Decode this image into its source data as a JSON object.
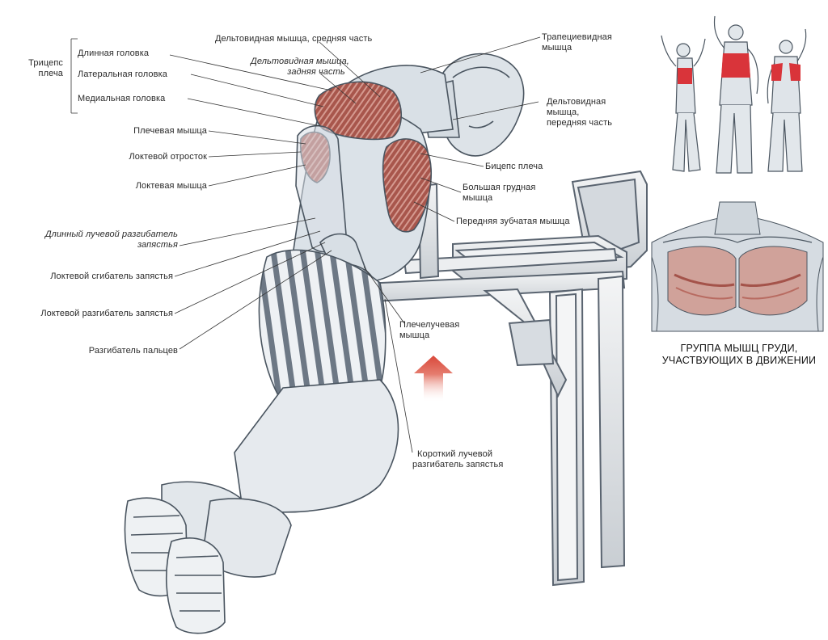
{
  "labels": {
    "triceps_group_1": "Трицепс",
    "triceps_group_2": "плеча",
    "triceps_long": "Длинная головка",
    "triceps_lateral": "Латеральная головка",
    "triceps_medial": "Медиальная головка",
    "brachialis": "Плечевая мышца",
    "olecranon": "Локтевой отросток",
    "anconeus": "Локтевая мышца",
    "ecrl_1": "Длинный лучевой разгибатель",
    "ecrl_2": "запястья",
    "fcu": "Локтевой сгибатель запястья",
    "ecu": "Локтевой разгибатель запястья",
    "ed": "Разгибатель пальцев",
    "delt_middle": "Дельтовидная мышца, средняя часть",
    "delt_rear_1": "Дельтовидная мышца,",
    "delt_rear_2": "задняя часть",
    "trapezius_1": "Трапециевидная",
    "trapezius_2": "мышца",
    "delt_front_1": "Дельтовидная",
    "delt_front_2": "мышца,",
    "delt_front_3": "передняя часть",
    "biceps": "Бицепс плеча",
    "pec_major_1": "Большая грудная",
    "pec_major_2": "мышца",
    "serratus": "Передняя зубчатая мышца",
    "brachioradialis_1": "Плечелучевая",
    "brachioradialis_2": "мышца",
    "ecrb_1": "Короткий лучевой",
    "ecrb_2": "разгибатель запястья"
  },
  "caption": {
    "line1": "ГРУППА МЫШЦ ГРУДИ,",
    "line2": "УЧАСТВУЮЩИХ В ДВИЖЕНИИ"
  },
  "colors": {
    "muscle_highlight": "#b5645a",
    "muscle_light": "#d9a49a",
    "inset_red": "#d9343a",
    "arrow_red": "#d9483a",
    "outline": "#4a5560",
    "equipment": "#e6e8ea",
    "skin": "#dde3e8"
  },
  "icons": {
    "movement_arrow": "up-arrow-icon"
  }
}
